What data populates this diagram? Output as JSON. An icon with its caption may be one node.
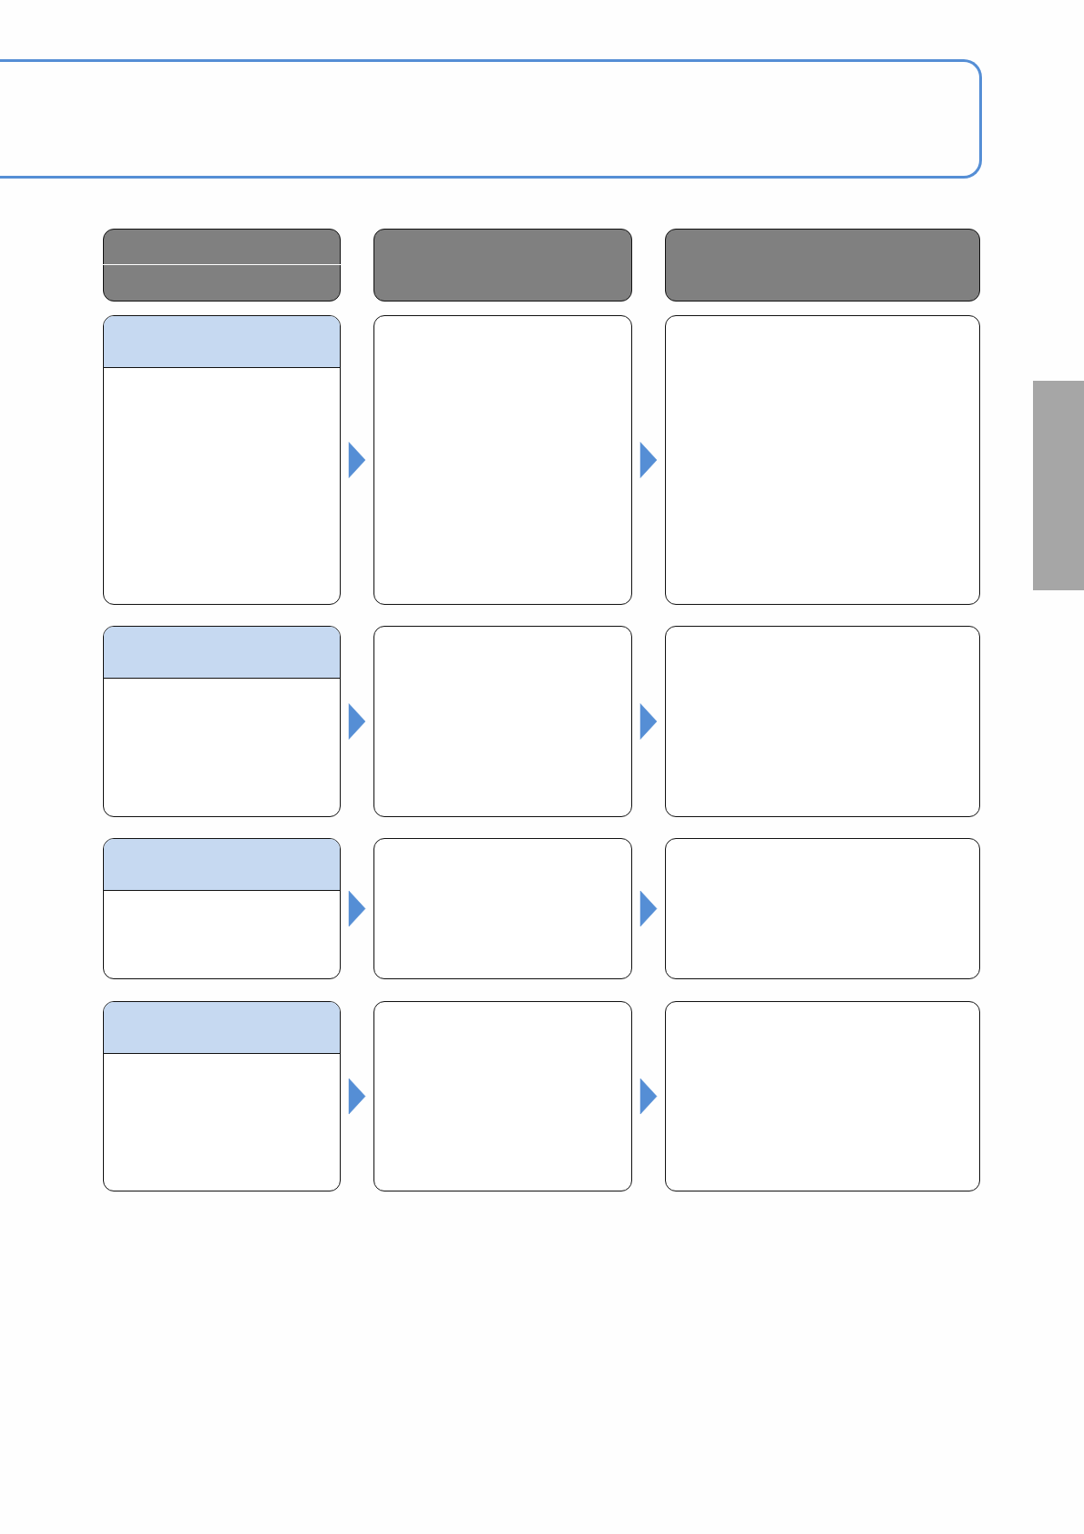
{
  "diagram": {
    "nodes": [
      {
        "text": [],
        "shape": "box"
      },
      {
        "text": [],
        "shape": "box"
      },
      {
        "text": [],
        "shape": "box"
      },
      {
        "text": [],
        "shape": "box"
      },
      {
        "text": [],
        "shape": "box"
      },
      {
        "text": [],
        "shape": "box"
      },
      {
        "text": [],
        "shape": "box"
      },
      {
        "text": [],
        "shape": "box"
      },
      {
        "text": [],
        "shape": "box"
      },
      {
        "text": [],
        "shape": "box"
      },
      {
        "text": [],
        "shape": "box"
      },
      {
        "text": [],
        "shape": "box"
      },
      {
        "text": [],
        "shape": "box"
      },
      {
        "text": [],
        "shape": "box"
      },
      {
        "text": [],
        "shape": "box"
      },
      {
        "text": [],
        "shape": "box"
      },
      {
        "text": [],
        "shape": "box"
      }
    ],
    "edges": [
      {
        "from": 4,
        "to": 5,
        "arrow": "to"
      },
      {
        "from": 5,
        "to": 6,
        "arrow": "to"
      },
      {
        "from": 7,
        "to": 8,
        "arrow": "to"
      },
      {
        "from": 8,
        "to": 9,
        "arrow": "to"
      },
      {
        "from": 10,
        "to": 11,
        "arrow": "to"
      },
      {
        "from": 11,
        "to": 12,
        "arrow": "to"
      },
      {
        "from": 13,
        "to": 14,
        "arrow": "to"
      },
      {
        "from": 14,
        "to": 15,
        "arrow": "to"
      }
    ]
  }
}
